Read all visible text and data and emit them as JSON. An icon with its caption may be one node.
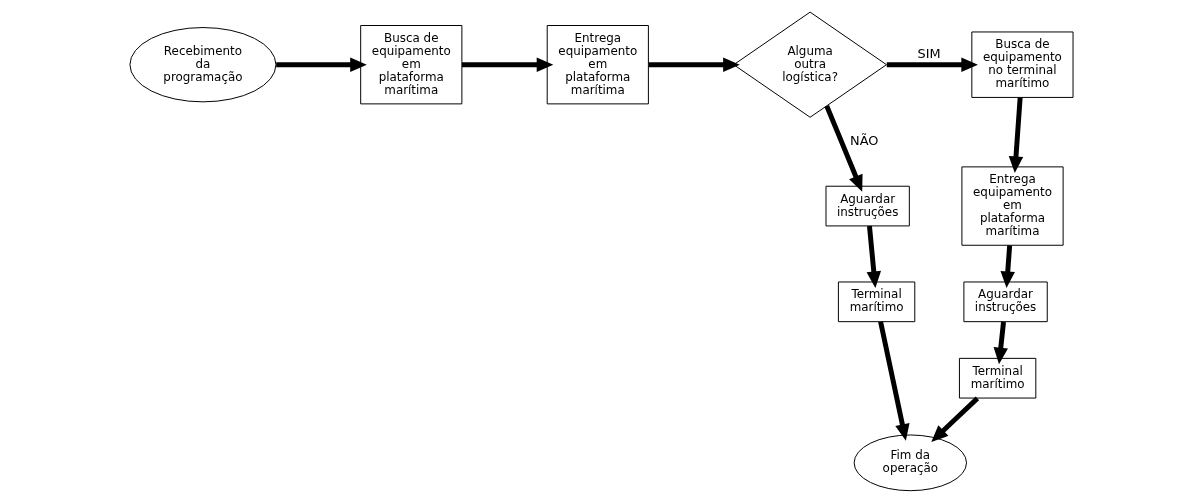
{
  "diagram": {
    "nodes": [
      {
        "text": [
          "Recebimento da programação"
        ]
      },
      {
        "text": [
          "Busca de equipamento em plataforma marítima"
        ]
      },
      {
        "text": [
          "Entrega equipamento em plataforma marítima"
        ]
      },
      {
        "text": [
          "Alguma outra logística?"
        ]
      },
      {
        "text": [
          "Busca de equipamento no terminal marítimo"
        ]
      },
      {
        "text": [
          "Entrega equipamento em plataforma marítima"
        ]
      },
      {
        "text": [
          "Aguardar instruções"
        ]
      },
      {
        "text": [
          "Terminal marítimo"
        ]
      },
      {
        "text": [
          "Aguardar instruções"
        ]
      },
      {
        "text": [
          "Terminal marítimo"
        ]
      },
      {
        "text": [
          "Fim da operação"
        ]
      }
    ],
    "edges": [
      {
        "from": 0,
        "to": 1,
        "arrow": "to"
      },
      {
        "from": 1,
        "to": 2,
        "arrow": "to"
      },
      {
        "from": 2,
        "to": 3,
        "arrow": "to"
      },
      {
        "from": 3,
        "to": 4,
        "arrow": "to",
        "label": "SIM"
      },
      {
        "from": 4,
        "to": 5,
        "arrow": "to"
      },
      {
        "from": 3,
        "to": 6,
        "arrow": "to",
        "label": "NÃO"
      },
      {
        "from": 6,
        "to": 7,
        "arrow": "to"
      },
      {
        "from": 7,
        "to": 10,
        "arrow": "to"
      },
      {
        "from": 5,
        "to": 8,
        "arrow": "to"
      },
      {
        "from": 8,
        "to": 9,
        "arrow": "to"
      },
      {
        "from": 9,
        "to": 10,
        "arrow": "to"
      }
    ]
  }
}
